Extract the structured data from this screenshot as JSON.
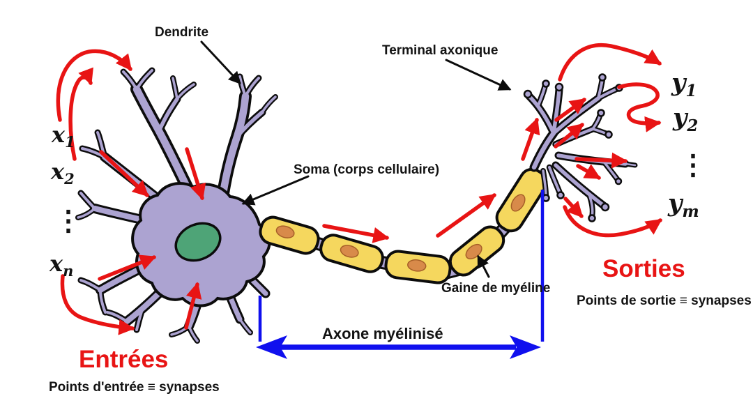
{
  "diagram": {
    "type": "neuron-schematic",
    "labels": {
      "dendrite": "Dendrite",
      "terminal_axonique": "Terminal axonique",
      "soma": "Soma (corps cellulaire)",
      "gaine_de_myeline": "Gaine de myéline",
      "axone_myelinise": "Axone myélinisé",
      "entrees": "Entrées",
      "points_entree": "Points d'entrée ≡ synapses",
      "sorties": "Sorties",
      "points_sortie": "Points de sortie ≡ synapses"
    },
    "inputs": {
      "items": [
        {
          "base": "x",
          "sub": "1"
        },
        {
          "base": "x",
          "sub": "2"
        },
        {
          "base": "x",
          "sub": "n"
        }
      ],
      "ellipsis": "⋮"
    },
    "outputs": {
      "items": [
        {
          "base": "y",
          "sub": "1"
        },
        {
          "base": "y",
          "sub": "2"
        },
        {
          "base": "y",
          "sub": "m"
        }
      ],
      "ellipsis": "⋮"
    },
    "colors": {
      "arrow_red": "#e81414",
      "axon_blue": "#1010ee",
      "cell_purple": "#aca3d1",
      "nucleus_green": "#4ea477",
      "myelin_yellow": "#f5d75e",
      "myelin_nucleus_orange": "#d88a4a",
      "outline_black": "#0c0c0c",
      "label_text": "#131313",
      "background": "#ffffff"
    }
  }
}
